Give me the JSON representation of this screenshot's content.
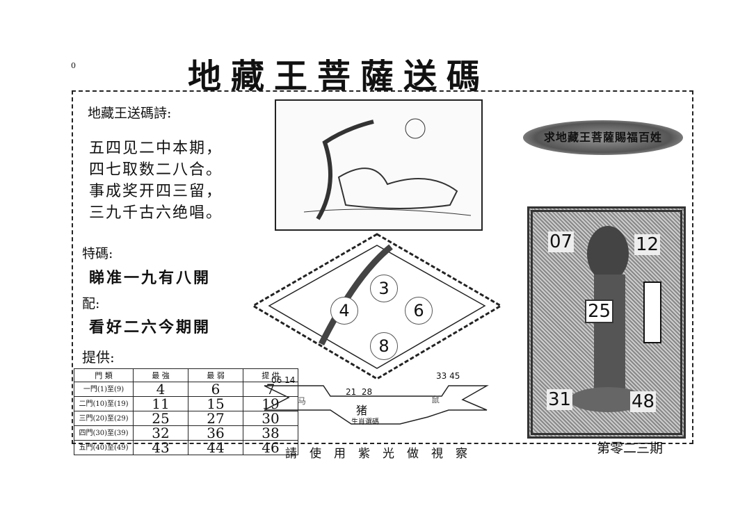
{
  "header": {
    "title": "地藏王菩薩送碼",
    "corner_mark": "0"
  },
  "poem": {
    "heading": "地藏王送碼詩:",
    "lines": [
      "五四见二中本期，",
      "四七取数二八合。",
      "事成奖开四三留，",
      "三九千古六绝唱。"
    ]
  },
  "special": {
    "label": "特碼:",
    "text": "睇准一九有八開"
  },
  "pair": {
    "label": "配:",
    "text": "看好二六今期開"
  },
  "provide": {
    "label": "提供:"
  },
  "table": {
    "headers": [
      "門 類",
      "最 強",
      "最 弱",
      "提 供"
    ],
    "rows": [
      [
        "一門(1)至(9)",
        "4",
        "6",
        "7"
      ],
      [
        "二門(10)至(19)",
        "11",
        "15",
        "19"
      ],
      [
        "三門(20)至(29)",
        "25",
        "27",
        "30"
      ],
      [
        "四門(30)至(39)",
        "32",
        "36",
        "38"
      ],
      [
        "五門(40)至(49)",
        "43",
        "44",
        "46"
      ]
    ]
  },
  "diamond": {
    "balls": [
      "3",
      "4",
      "6",
      "8"
    ]
  },
  "zodiac": {
    "left_nums": "06 14",
    "mid_nums": "21  28",
    "right_nums": "33 45",
    "left_animal": "马",
    "right_animal": "鼠",
    "center_animal": "猪",
    "caption": "生肖選碼"
  },
  "banner": {
    "text": "求地藏王菩薩賜福百姓"
  },
  "panel": {
    "top_left": "07",
    "top_right": "12",
    "center": "25",
    "bottom_left": "31",
    "bottom_right": "48"
  },
  "footer": {
    "note": "請使用紫光做視察",
    "period": "第零二三期"
  }
}
